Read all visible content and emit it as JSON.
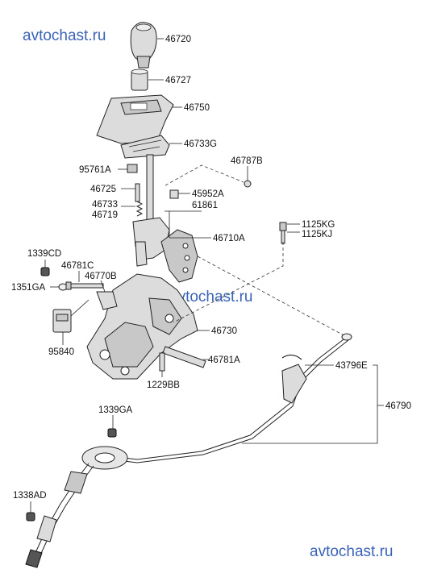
{
  "watermarks": [
    "avtochast.ru",
    "avtochast.ru",
    "avtochast.ru"
  ],
  "parts": {
    "p46720": "46720",
    "p46727": "46727",
    "p46750": "46750",
    "p46733G": "46733G",
    "p46787B": "46787B",
    "p95761A": "95761A",
    "p46725": "46725",
    "p45952A": "45952A",
    "p46733": "46733",
    "p46719": "46719",
    "p61861": "61861",
    "p1125KG": "1125KG",
    "p1125KJ": "1125KJ",
    "p46710A": "46710A",
    "p1339CD": "1339CD",
    "p46781C": "46781C",
    "p46770B": "46770B",
    "p1351GA": "1351GA",
    "p46730": "46730",
    "p95840": "95840",
    "p46781A": "46781A",
    "p1229BB": "1229BB",
    "p43796E": "43796E",
    "p46790": "46790",
    "p1339GA": "1339GA",
    "p1338AD": "1338AD"
  }
}
